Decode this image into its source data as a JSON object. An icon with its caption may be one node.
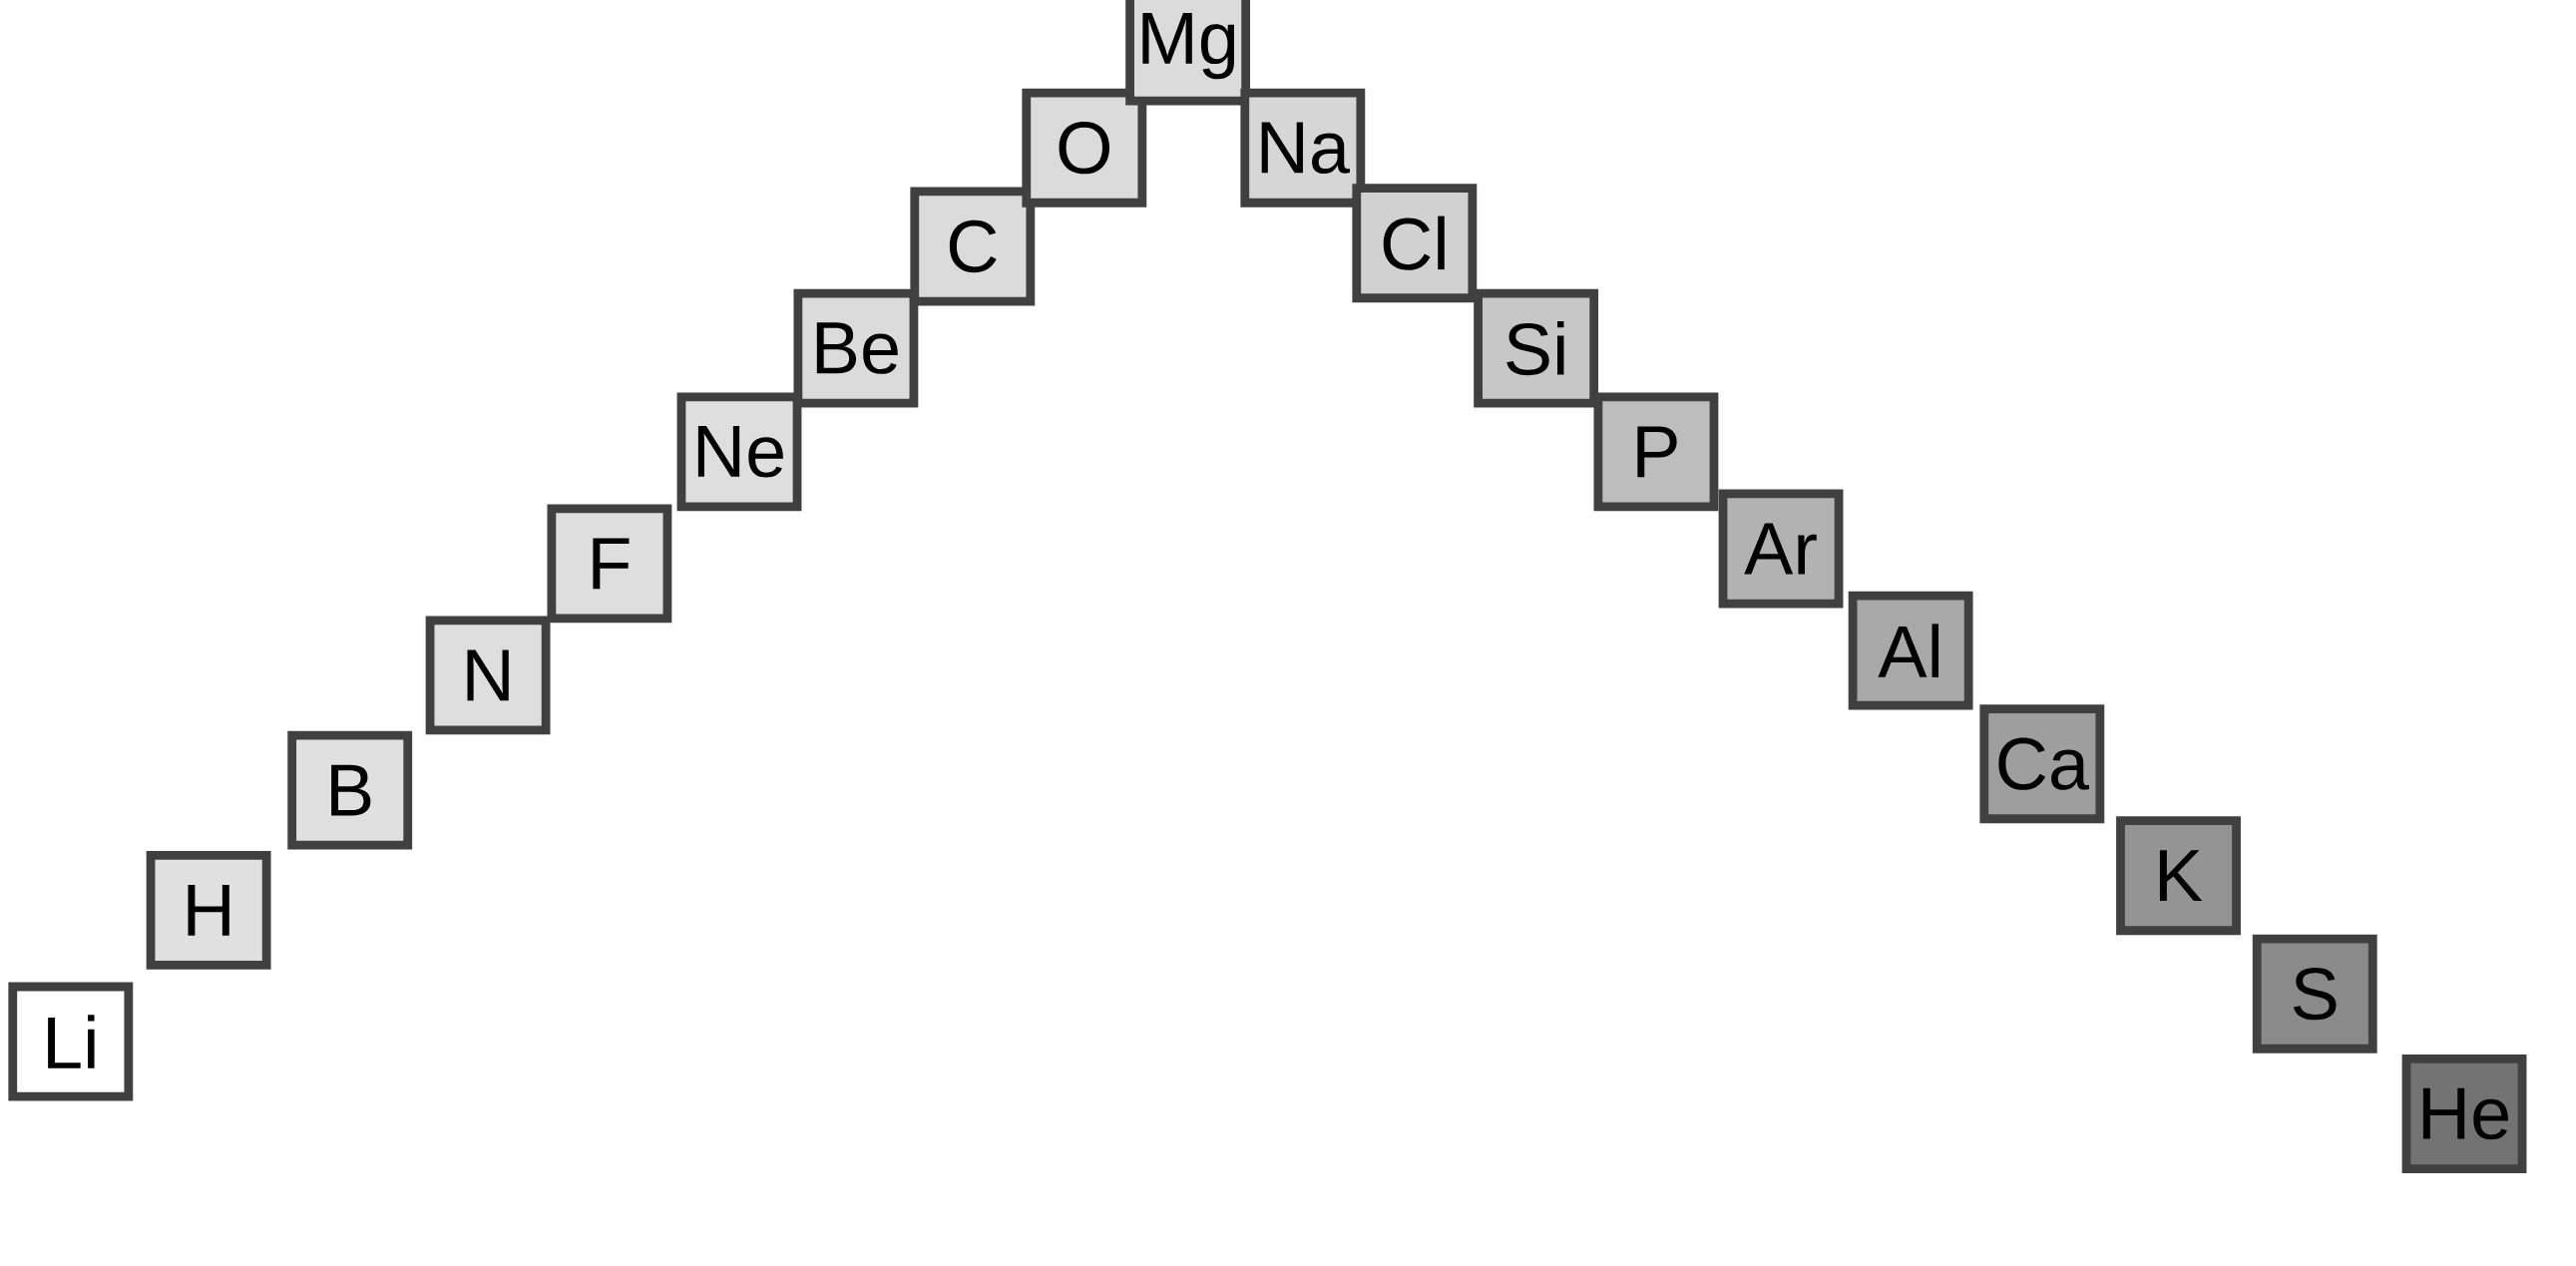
{
  "diagram": {
    "nodes": [
      {
        "text": [
          "Li"
        ]
      },
      {
        "text": [
          "H"
        ]
      },
      {
        "text": [
          "B"
        ]
      },
      {
        "text": [
          "N"
        ]
      },
      {
        "text": [
          "F"
        ]
      },
      {
        "text": [
          "Ne"
        ]
      },
      {
        "text": [
          "Be"
        ]
      },
      {
        "text": [
          "C"
        ]
      },
      {
        "text": [
          "O"
        ]
      },
      {
        "text": [
          "Mg"
        ]
      },
      {
        "text": [
          "Na"
        ]
      },
      {
        "text": [
          "Cl"
        ]
      },
      {
        "text": [
          "Si"
        ]
      },
      {
        "text": [
          "P"
        ]
      },
      {
        "text": [
          "Ar"
        ]
      },
      {
        "text": [
          "Al"
        ]
      },
      {
        "text": [
          "Ca"
        ]
      },
      {
        "text": [
          "K"
        ]
      },
      {
        "text": [
          "S"
        ]
      },
      {
        "text": [
          "He"
        ]
      }
    ]
  }
}
